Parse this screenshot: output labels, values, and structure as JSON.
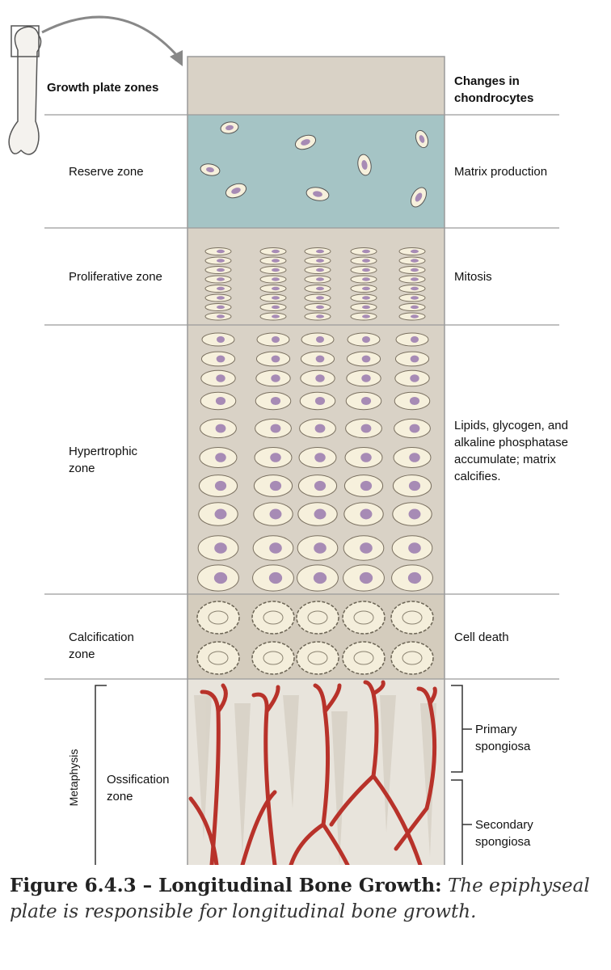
{
  "headers": {
    "left": "Growth plate zones",
    "right": "Changes in chondrocytes"
  },
  "zones": [
    {
      "name": "Reserve zone",
      "change": "Matrix production"
    },
    {
      "name": "Proliferative zone",
      "change": "Mitosis"
    },
    {
      "name": "Hypertrophic zone",
      "change": "Lipids, glycogen, and alkaline phosphatase accumulate; matrix calcifies."
    },
    {
      "name": "Calcification zone",
      "change": "Cell death"
    },
    {
      "name": "Ossification zone",
      "change": ""
    }
  ],
  "metaphysis_label": "Metaphysis",
  "spongiosa": {
    "primary": "Primary spongiosa",
    "secondary": "Secondary spongiosa"
  },
  "caption": {
    "title": "Figure 6.4.3 – Longitudinal Bone Growth:",
    "text": "The epiphyseal plate is responsible for longitudinal bone growth."
  },
  "colors": {
    "plate": "#d9d2c6",
    "reserve": "#a5c4c5",
    "cell_fill": "#f6f0dc",
    "nucleus": "#a78bb5",
    "vessel": "#b8322a",
    "line": "#9a9a9a"
  }
}
